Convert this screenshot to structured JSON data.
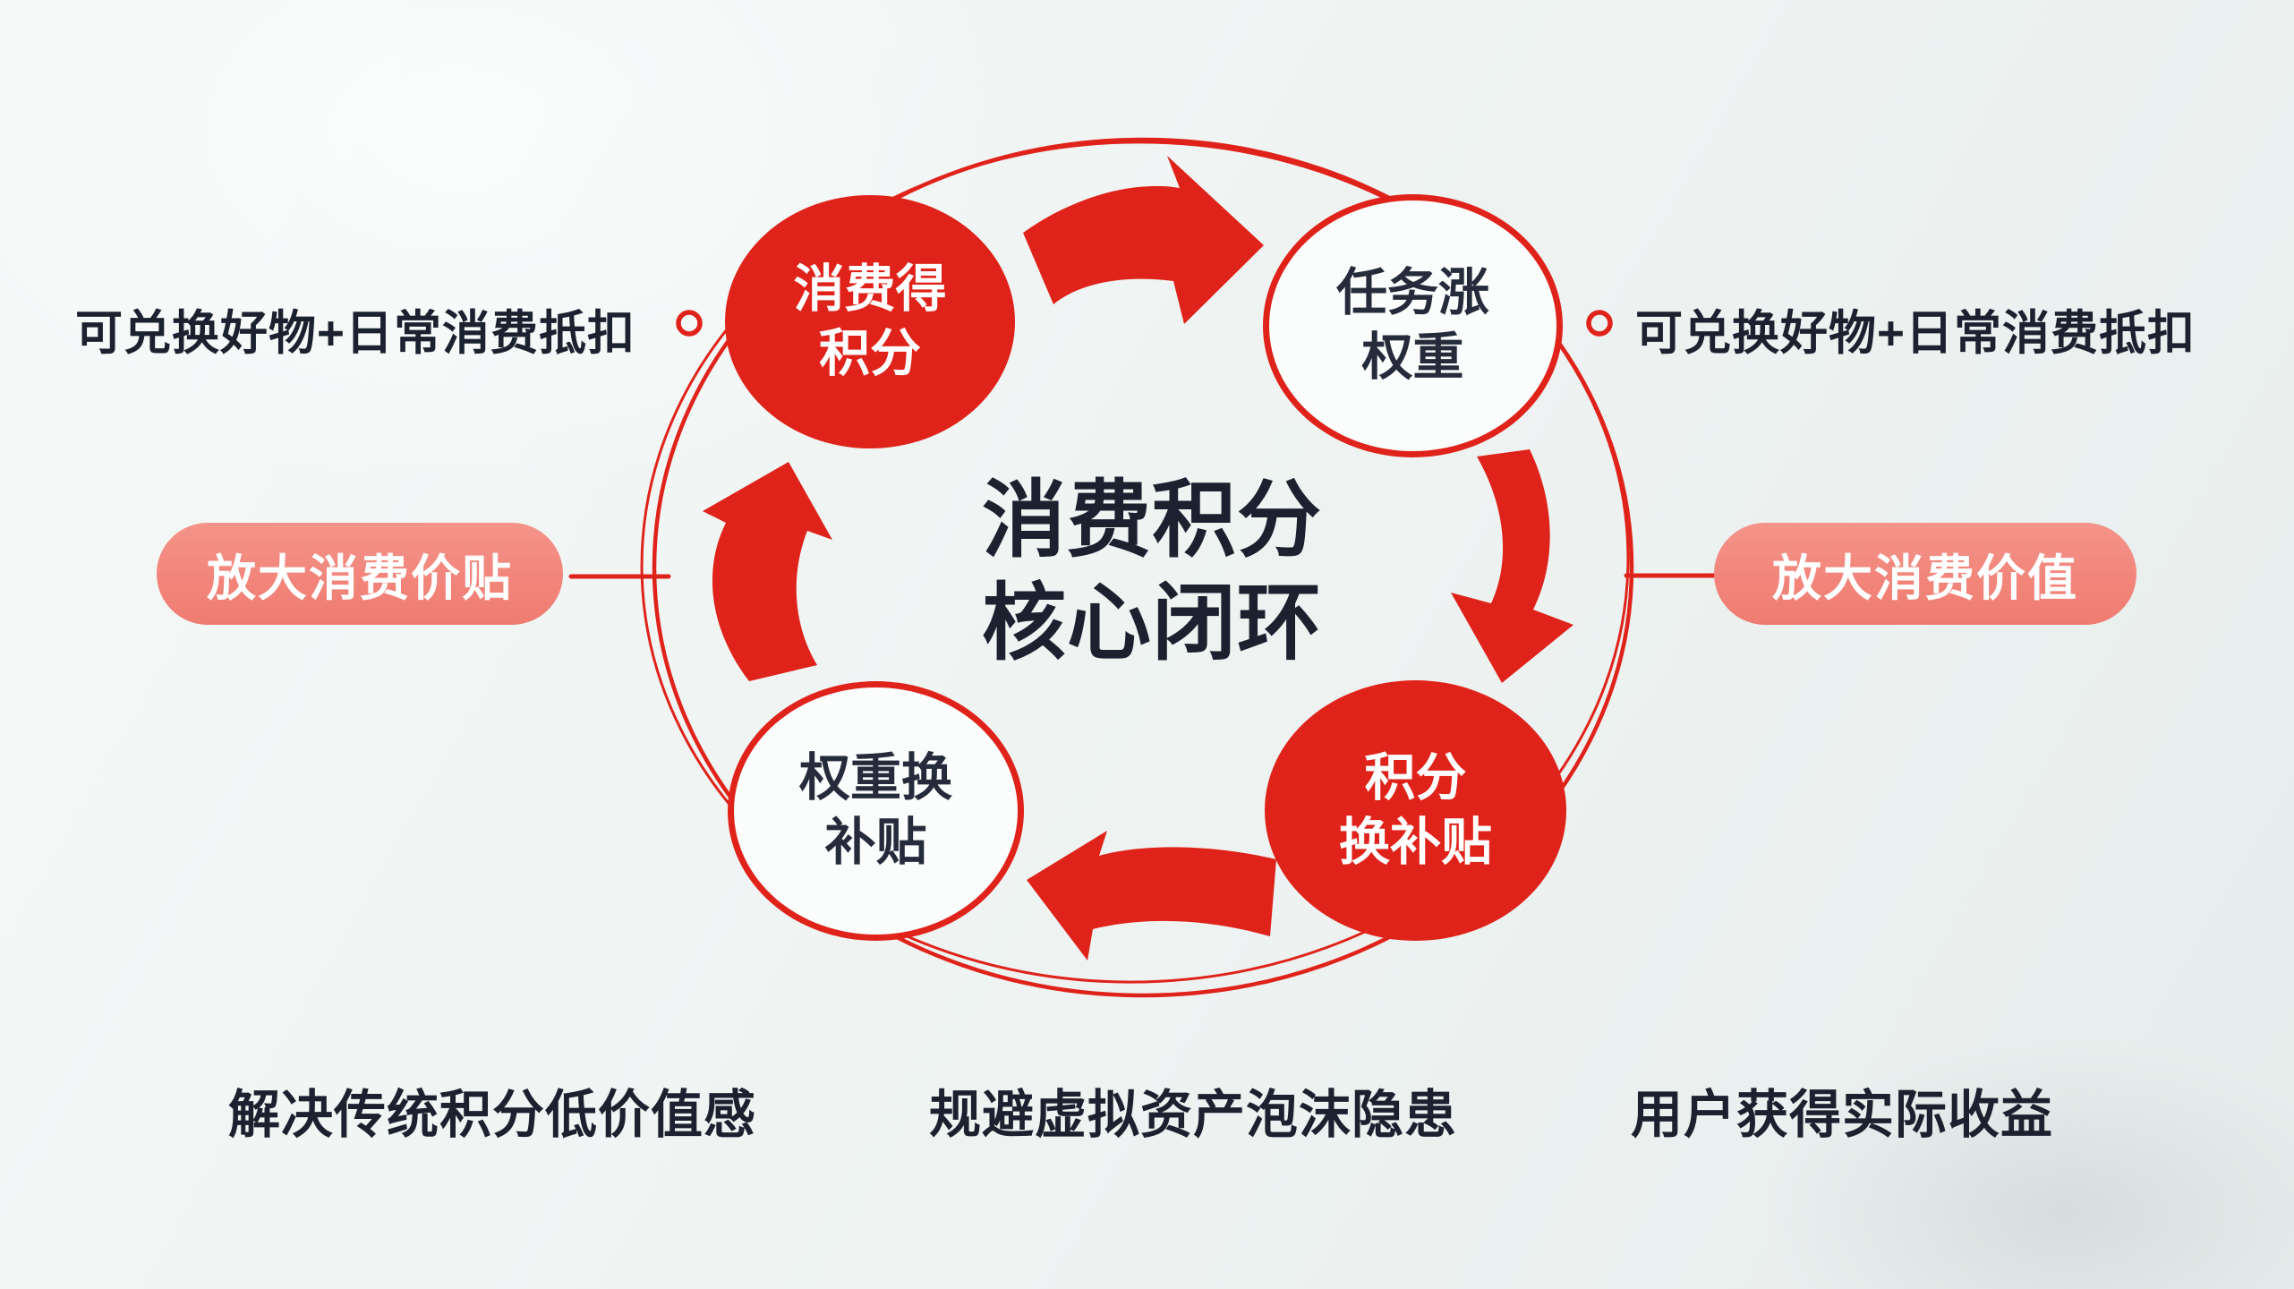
{
  "colors": {
    "red": "#e0231a",
    "pill_pink": "#f2857b",
    "dark_text": "#1c2130",
    "node_text_dark": "#262b3c",
    "white": "#ffffff",
    "bg": "#eef3f2"
  },
  "center": {
    "title_line1": "消费积分",
    "title_line2": "核心闭环"
  },
  "nodes": {
    "top_left": {
      "line1": "消费得",
      "line2": "积分"
    },
    "top_right": {
      "line1": "任务涨",
      "line2": "权重"
    },
    "bottom_right": {
      "line1": "积分",
      "line2": "换补贴"
    },
    "bottom_left": {
      "line1": "权重换",
      "line2": "补贴"
    }
  },
  "annotations": {
    "left_note": "可兑换好物+日常消费抵扣",
    "right_note": "可兑换好物+日常消费抵扣",
    "left_pill": "放大消费价贴",
    "right_pill": "放大消费价值"
  },
  "footnotes": [
    "解决传统积分低价值感",
    "规避虚拟资产泡沫隐患",
    "用户获得实际收益"
  ]
}
